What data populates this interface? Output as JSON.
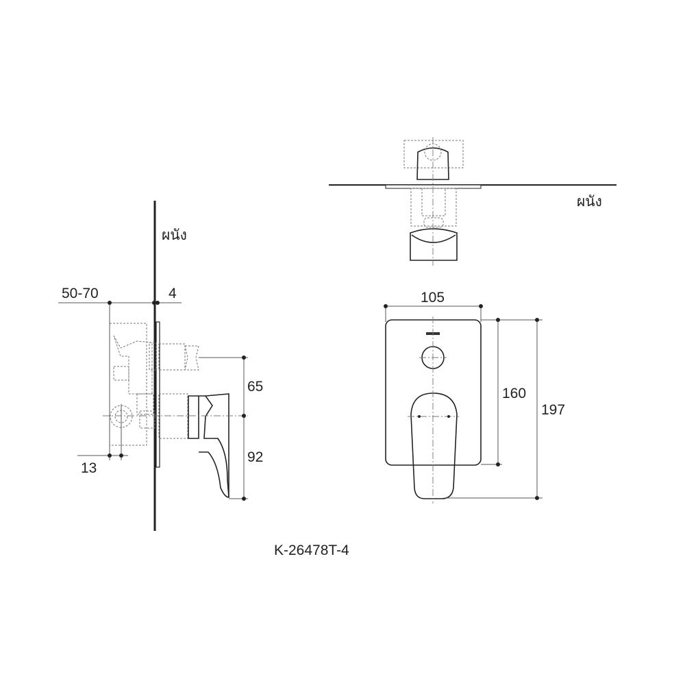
{
  "drawing": {
    "model_number": "K-26478T-4",
    "side_view": {
      "wall_label": "ผนัง",
      "dimensions": {
        "rough_in_depth": "50-70",
        "plate_thickness": "4",
        "upper_outlet_offset": "65",
        "handle_drop": "92",
        "inlet_offset": "13"
      }
    },
    "top_view": {
      "wall_label": "ผนัง"
    },
    "front_view": {
      "dimensions": {
        "plate_width": "105",
        "plate_height": "160",
        "overall_height": "197"
      }
    }
  }
}
